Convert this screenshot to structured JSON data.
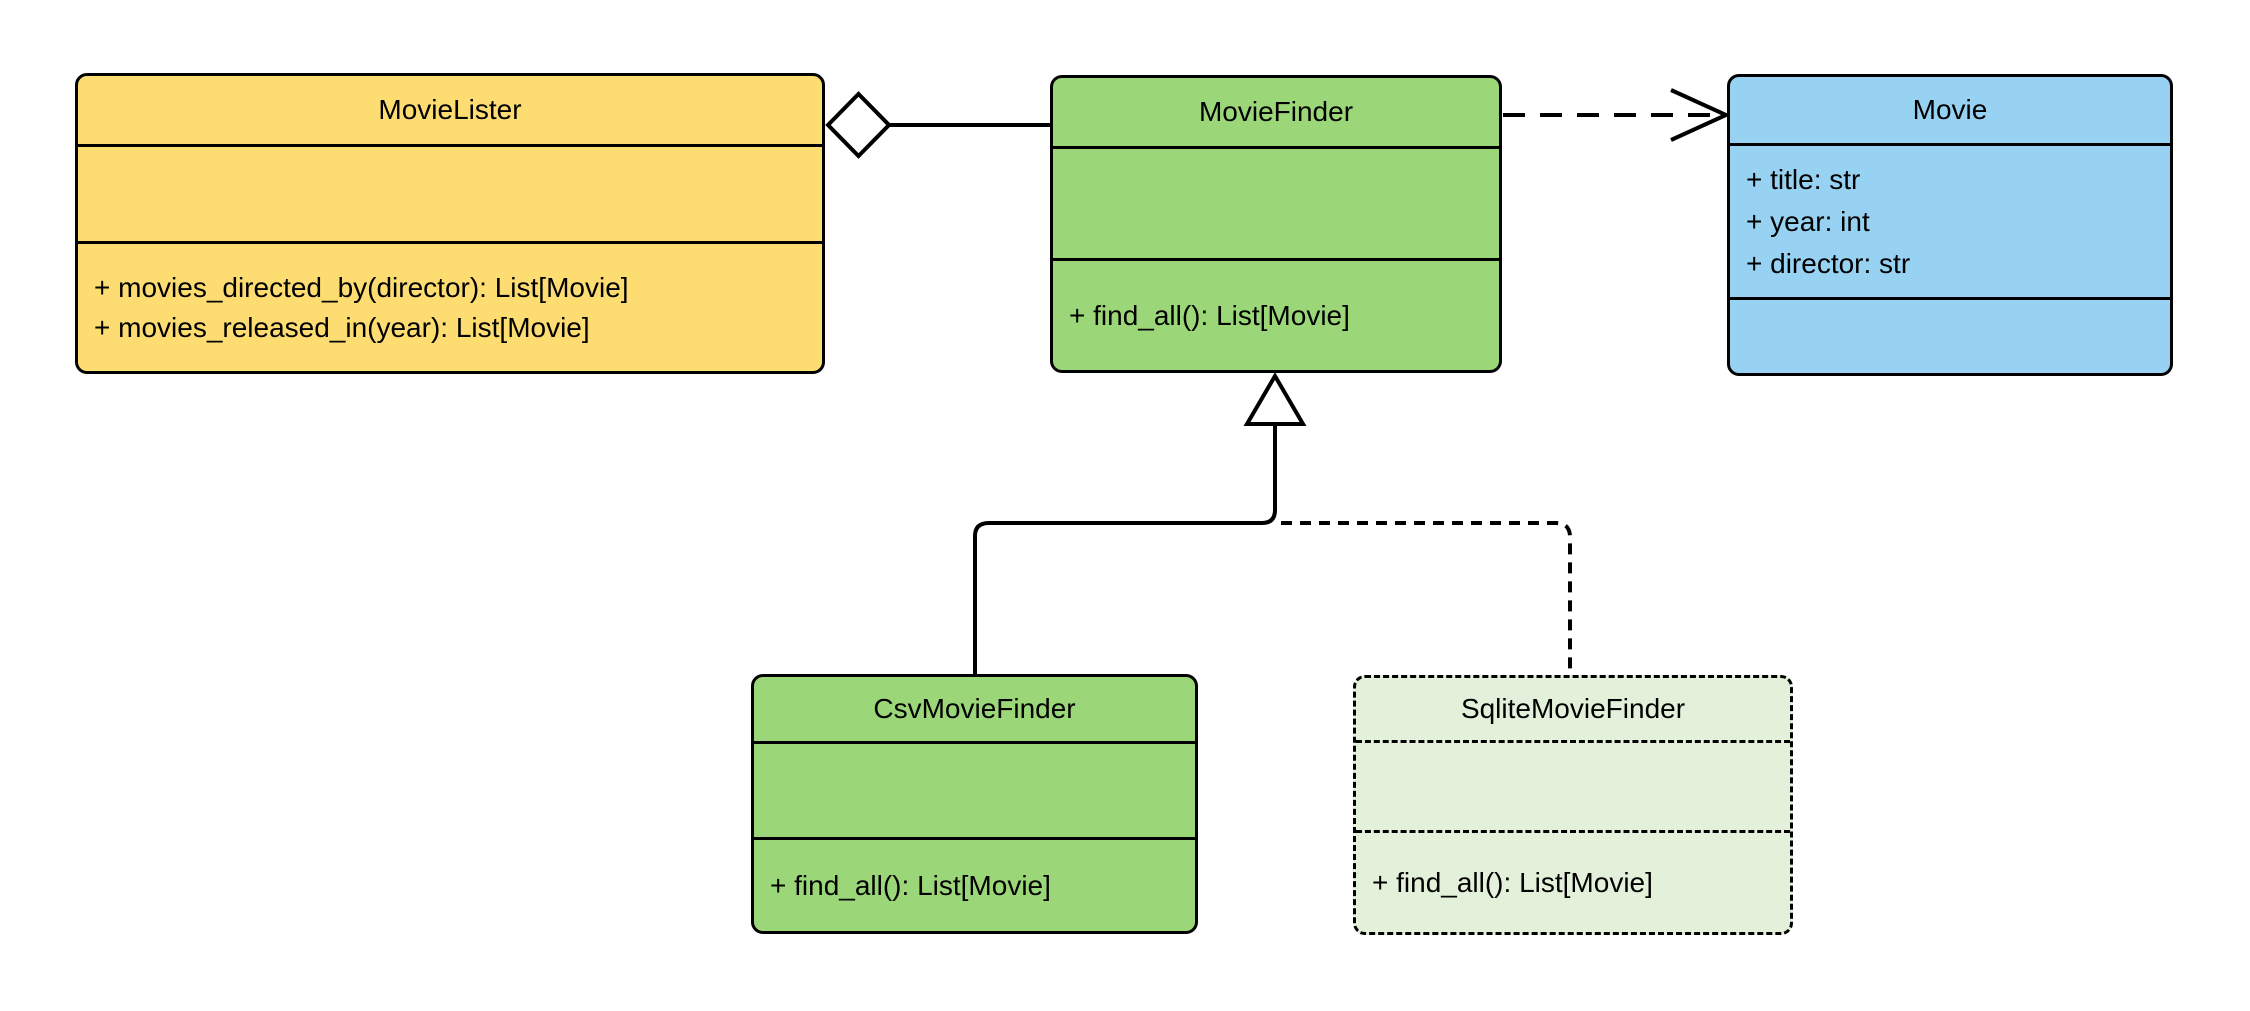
{
  "diagram": {
    "kind": "uml-class-diagram",
    "background": "#ffffff"
  },
  "colors": {
    "stroke": "#000000",
    "text": "#000000",
    "movielister_fill": "#FDDD71",
    "moviefinder_fill": "#9BD779",
    "csvmoviefinder_fill": "#9BD779",
    "movie_fill": "#98D2F2",
    "sqlitemoviefinder_fill": "#E3F1DA"
  },
  "classes": {
    "movielister": {
      "name": "MovieLister",
      "attributes": [],
      "methods": [
        "+ movies_directed_by(director): List[Movie]",
        "+ movies_released_in(year): List[Movie]"
      ]
    },
    "moviefinder": {
      "name": "MovieFinder",
      "attributes": [],
      "methods": [
        "+ find_all(): List[Movie]"
      ]
    },
    "movie": {
      "name": "Movie",
      "attributes": [
        "+ title: str",
        "+ year: int",
        "+ director: str"
      ],
      "methods": []
    },
    "csvmoviefinder": {
      "name": "CsvMovieFinder",
      "attributes": [],
      "methods": [
        "+ find_all(): List[Movie]"
      ]
    },
    "sqlitemoviefinder": {
      "name": "SqliteMovieFinder",
      "attributes": [],
      "methods": [
        "+ find_all(): List[Movie]"
      ]
    }
  },
  "relations": [
    {
      "type": "aggregation",
      "from": "MovieLister",
      "to": "MovieFinder",
      "style": "solid",
      "marker": "hollow-diamond"
    },
    {
      "type": "dependency",
      "from": "MovieFinder",
      "to": "Movie",
      "style": "dashed",
      "marker": "open-arrow"
    },
    {
      "type": "inheritance",
      "from": "CsvMovieFinder",
      "to": "MovieFinder",
      "style": "solid",
      "marker": "hollow-triangle"
    },
    {
      "type": "inheritance",
      "from": "SqliteMovieFinder",
      "to": "MovieFinder",
      "style": "dashed",
      "marker": "hollow-triangle"
    }
  ]
}
